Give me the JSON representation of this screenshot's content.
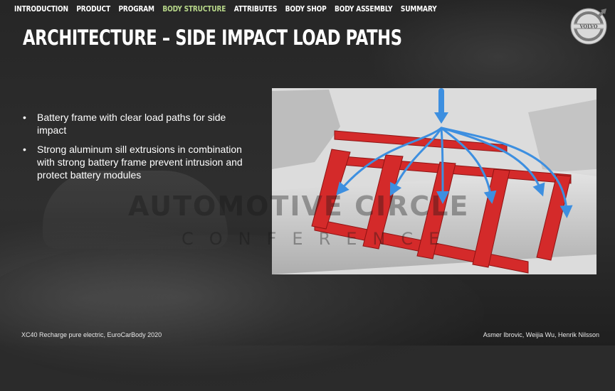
{
  "nav": {
    "items": [
      {
        "label": "INTRODUCTION"
      },
      {
        "label": "PRODUCT"
      },
      {
        "label": "PROGRAM"
      },
      {
        "label": "BODY STRUCTURE"
      },
      {
        "label": "ATTRIBUTES"
      },
      {
        "label": "BODY SHOP"
      },
      {
        "label": "BODY ASSEMBLY"
      },
      {
        "label": "SUMMARY"
      }
    ],
    "active_index": 3,
    "active_color": "#b8d88a"
  },
  "slide": {
    "title": "ARCHITECTURE – SIDE IMPACT LOAD PATHS",
    "bullets": [
      "Battery frame with clear load paths for side impact",
      "Strong aluminum sill extrusions in combination with strong battery frame prevent intrusion and protect battery modules"
    ],
    "bullet_glyph": "•"
  },
  "logo": {
    "text": "VOLVO",
    "icon": "volvo-iron-mark-icon"
  },
  "watermark": {
    "line1": "AUTOMOTIVE CIRCLE",
    "line2": "CONFERENCE"
  },
  "figure": {
    "icon": "battery-frame-load-path-diagram",
    "frame_color": "#d42a2a",
    "arrow_color": "#3d8fe0"
  },
  "footer": {
    "left": "XC40 Recharge pure electric, EuroCarBody 2020",
    "right": "Asmer Ibrovic, Weijia Wu, Henrik Nilsson"
  }
}
